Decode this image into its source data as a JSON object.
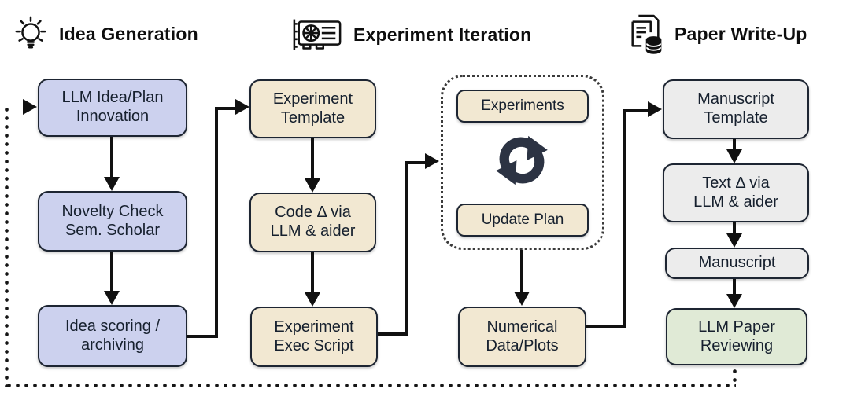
{
  "diagram": {
    "headers": {
      "idea_generation": "Idea Generation",
      "experiment_iteration": "Experiment Iteration",
      "paper_writeup": "Paper Write-Up"
    },
    "idea_generation": {
      "llm_idea_plan": "LLM Idea/Plan\nInnovation",
      "novelty_check": "Novelty Check\nSem. Scholar",
      "idea_scoring": "Idea scoring /\narchiving"
    },
    "experiment_iteration": {
      "experiment_template": "Experiment\nTemplate",
      "code_delta": "Code Δ via\nLLM & aider",
      "exec_script": "Experiment\nExec Script",
      "loop": {
        "experiments": "Experiments",
        "update_plan": "Update Plan"
      },
      "numerical_data": "Numerical\nData/Plots"
    },
    "paper_writeup": {
      "manuscript_template": "Manuscript\nTemplate",
      "text_delta": "Text Δ via\nLLM & aider",
      "manuscript": "Manuscript",
      "llm_review": "LLM Paper\nReviewing"
    },
    "icons": {
      "idea": "lightbulb-icon",
      "experiment": "gpu-icon",
      "paper": "paper-stack-icon",
      "loop": "cycle-arrows-icon"
    },
    "colors": {
      "idea_box": "#ccd1ee",
      "experiment_box": "#f2e8d2",
      "paper_box": "#ececec",
      "review_box": "#e0ead6",
      "box_border": "#1d2532",
      "connector": "#111111",
      "loop_icon": "#2c3343"
    }
  }
}
